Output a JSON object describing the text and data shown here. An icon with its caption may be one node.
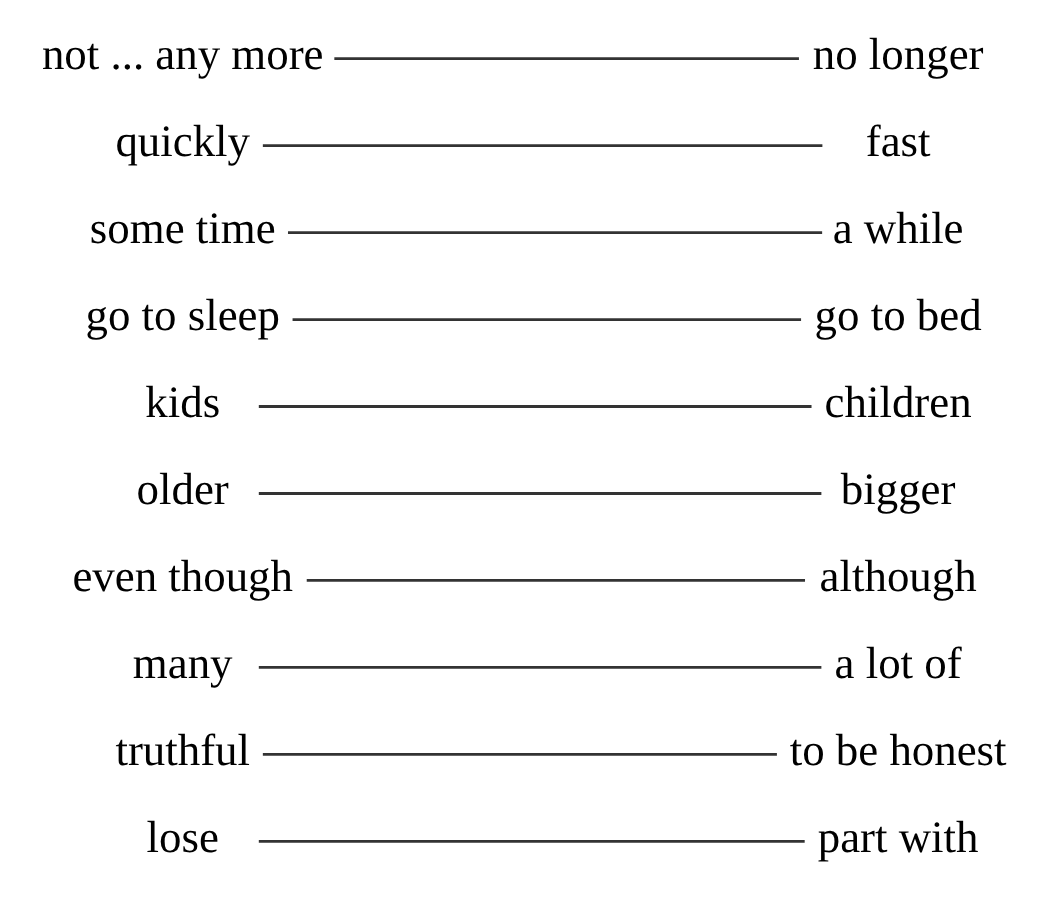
{
  "diagram": {
    "nodes": [
      {
        "text": [
          "lose"
        ]
      },
      {
        "text": [
          "truthful"
        ]
      },
      {
        "text": [
          "many"
        ]
      },
      {
        "text": [
          "even though"
        ]
      },
      {
        "text": [
          "older"
        ]
      },
      {
        "text": [
          "kids"
        ]
      },
      {
        "text": [
          "go to sleep"
        ]
      },
      {
        "text": [
          "some time"
        ]
      },
      {
        "text": [
          "quickly"
        ]
      },
      {
        "text": [
          "not ... any more"
        ]
      },
      {
        "text": [
          "a lot of"
        ]
      },
      {
        "text": [
          "to be honest"
        ]
      },
      {
        "text": [
          "fast"
        ]
      },
      {
        "text": [
          "part with"
        ]
      },
      {
        "text": [
          "although"
        ]
      },
      {
        "text": [
          "go to bed"
        ]
      },
      {
        "text": [
          "children"
        ]
      },
      {
        "text": [
          "a while"
        ]
      },
      {
        "text": [
          "bigger"
        ]
      },
      {
        "text": [
          "no longer"
        ]
      }
    ],
    "edges": [
      {
        "from": 0,
        "to": 13,
        "arrow": "none"
      },
      {
        "from": 1,
        "to": 11,
        "arrow": "none"
      },
      {
        "from": 2,
        "to": 10,
        "arrow": "none"
      },
      {
        "from": 3,
        "to": 14,
        "arrow": "none"
      },
      {
        "from": 4,
        "to": 18,
        "arrow": "none"
      },
      {
        "from": 5,
        "to": 16,
        "arrow": "none"
      },
      {
        "from": 6,
        "to": 15,
        "arrow": "none"
      },
      {
        "from": 7,
        "to": 17,
        "arrow": "none"
      },
      {
        "from": 8,
        "to": 12,
        "arrow": "none"
      },
      {
        "from": 9,
        "to": 19,
        "arrow": "none"
      }
    ]
  }
}
